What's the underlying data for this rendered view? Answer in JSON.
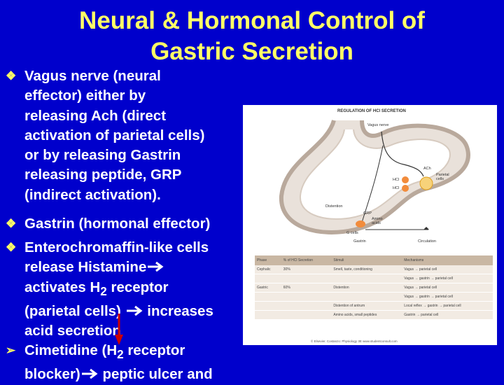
{
  "slide": {
    "title": "Neural & Hormonal Control of Gastric Secretion",
    "bullets": [
      {
        "marker_icon": "diamond-bullet-icon",
        "lines": [
          "Vagus nerve (neural",
          "effector) either by",
          "releasing Ach (direct",
          "activation of parietal cells)",
          "or by releasing Gastrin",
          "releasing peptide, GRP",
          "(indirect activation)."
        ]
      },
      {
        "marker_icon": "diamond-bullet-icon",
        "lines": [
          "Gastrin (hormonal effector)"
        ]
      },
      {
        "marker_icon": "diamond-bullet-icon",
        "line1": "Enterochromaffin-like cells",
        "line2": "release Histamine",
        "line3_pre": "activates H",
        "line3_sub": "2",
        "line3_post": " receptor",
        "line4_pre": "(parietal cells) ",
        "line4_post": " increases",
        "line5": "acid secretion"
      },
      {
        "marker_icon": "arrowhead-bullet-icon",
        "line1_pre": "Cimetidine (H",
        "line1_sub": "2",
        "line1_post": " receptor",
        "line2_pre": "blocker)",
        "line2_post": " peptic ulcer and"
      }
    ]
  },
  "figure": {
    "title": "REGULATION OF HCl SECRETION",
    "labels": {
      "vagus": "Vagus nerve",
      "ach": "ACh",
      "parietal": "Parietal cells",
      "hcl1": "HCl",
      "hcl2": "HCl",
      "distention": "Distention",
      "amino": "Amino acids",
      "grp": "GRP",
      "gcells": "G cells",
      "gastrin": "Gastrin",
      "circulation": "Circulation"
    },
    "table": {
      "headers": [
        "Phase",
        "% of HCl Secretion",
        "Stimuli",
        "Mechanisms"
      ],
      "rows": [
        [
          "Cephalic",
          "30%",
          "Smell, taste, conditioning",
          "Vagus → parietal cell"
        ],
        [
          "",
          "",
          "",
          "Vagus → gastrin → parietal cell"
        ],
        [
          "Gastric",
          "60%",
          "Distention",
          "Vagus → parietal cell"
        ],
        [
          "",
          "",
          "",
          "Vagus → gastrin → parietal cell"
        ],
        [
          "",
          "",
          "Distention of antrum",
          "Local reflex → gastrin → parietal cell"
        ],
        [
          "",
          "",
          "Amino acids, small peptides",
          "Gastrin → parietal cell"
        ]
      ]
    },
    "copyright": "© Elsevier. Costanzo: Physiology 3E www.studentconsult.com"
  },
  "colors": {
    "background": "#0000cc",
    "title": "#ffff66",
    "text": "#ffffff",
    "marker": "#ffff66",
    "red_arrow": "#cc0000"
  }
}
